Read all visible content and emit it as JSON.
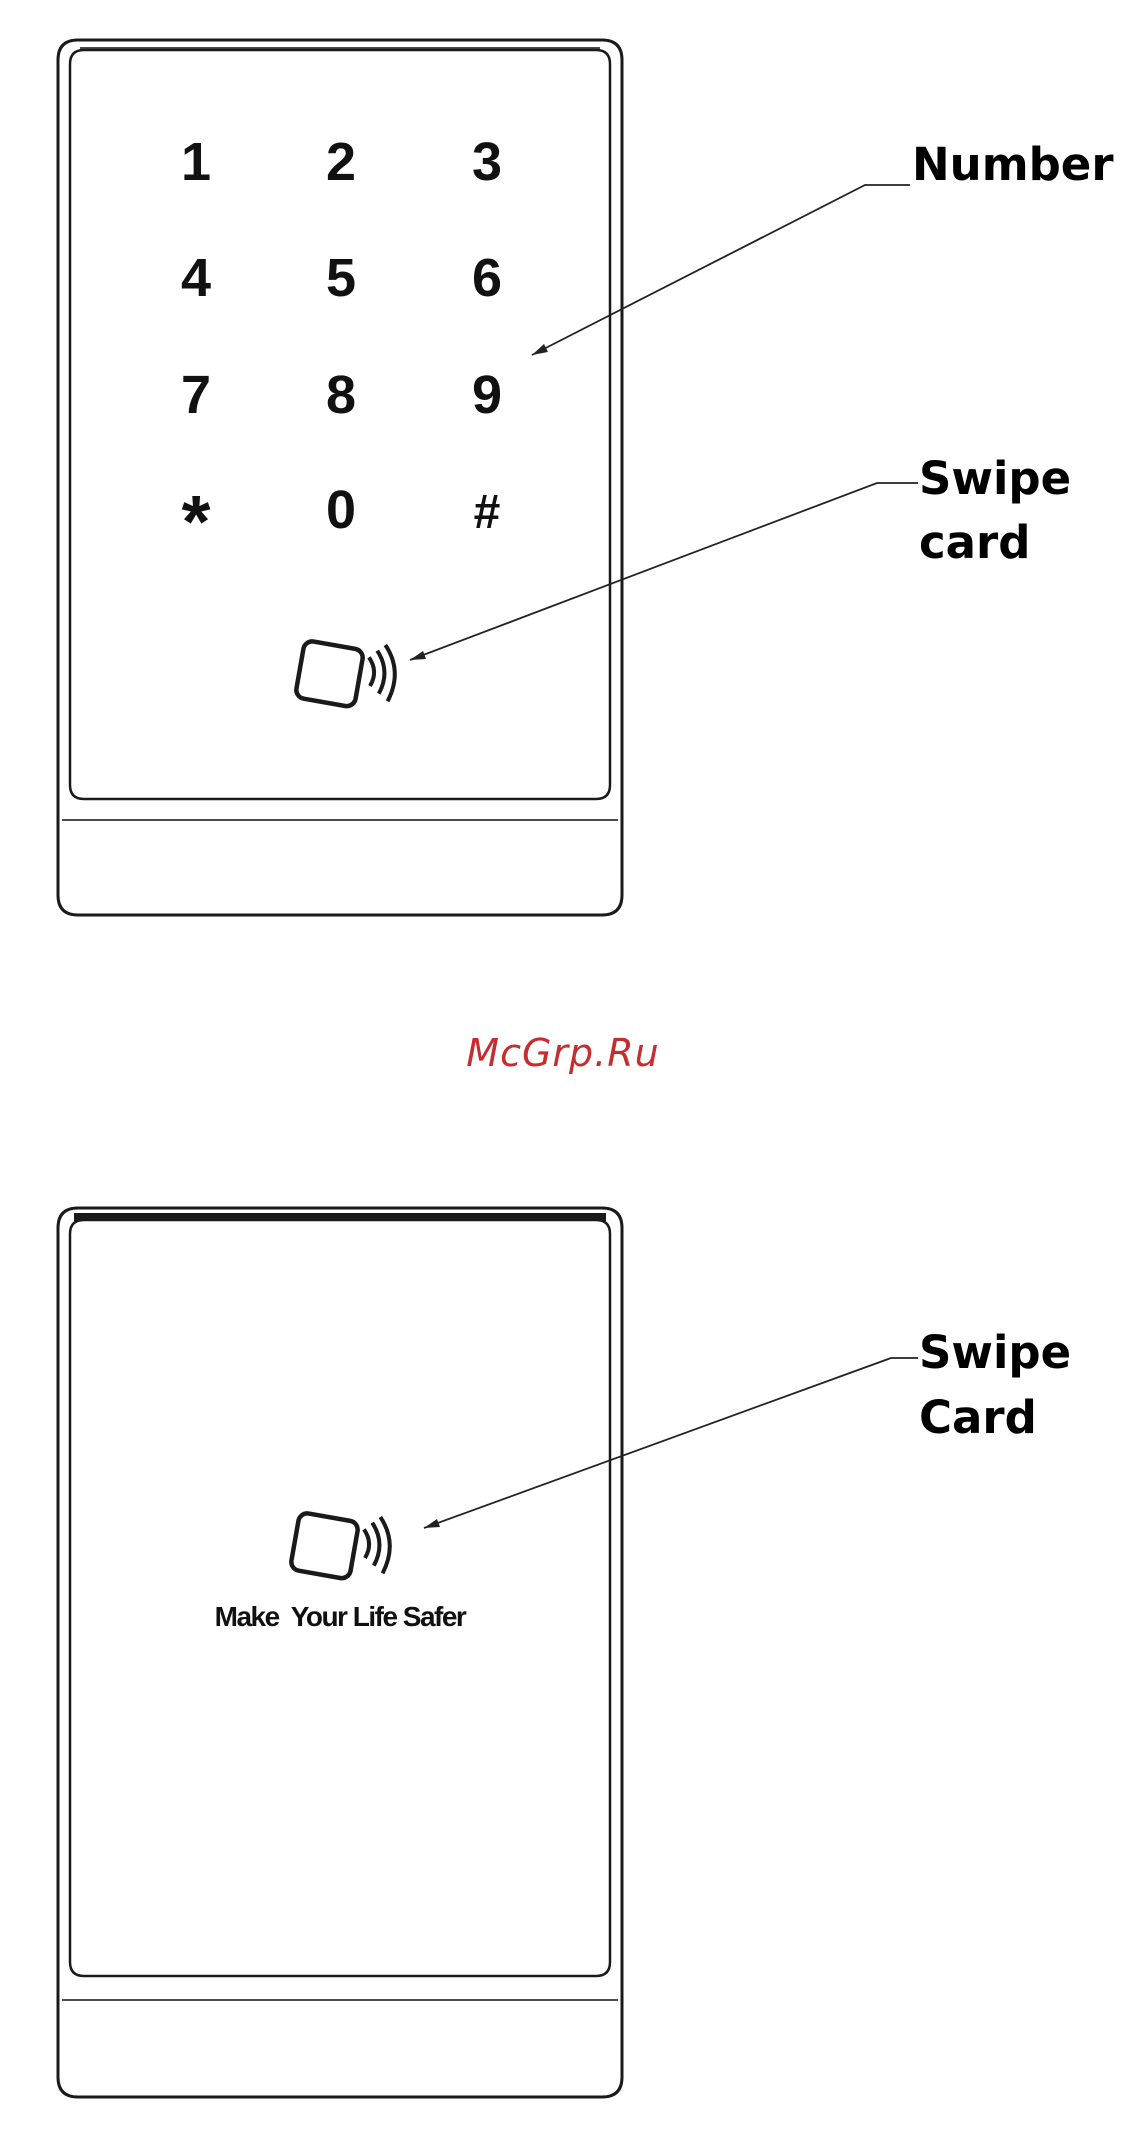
{
  "keypad_device": {
    "keys": [
      "1",
      "2",
      "3",
      "4",
      "5",
      "6",
      "7",
      "8",
      "9",
      "*",
      "0",
      "#"
    ],
    "card_icon": "contactless-card-icon",
    "callouts": {
      "number": "Number",
      "swipe_line1": "Swipe",
      "swipe_line2": "card"
    }
  },
  "watermark": "McGrp.Ru",
  "card_device": {
    "card_icon": "contactless-card-icon",
    "slogan": "Make  Your Life Safer",
    "callouts": {
      "swipe_line1": "Swipe",
      "swipe_line2": "Card"
    }
  }
}
